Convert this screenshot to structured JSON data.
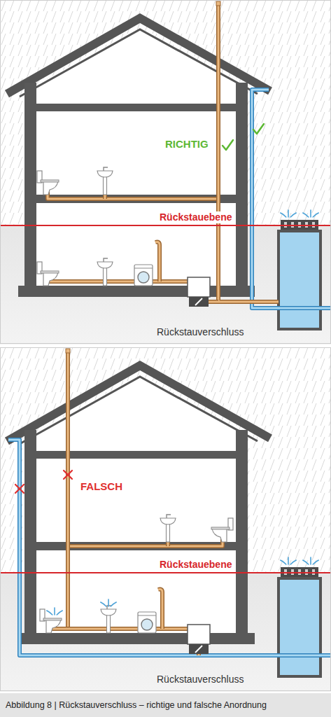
{
  "diagram": {
    "caption": "Abbildung 8 | Rückstauverschluss – richtige und falsche Anordnung",
    "labels": [
      "RICHTIG",
      "Rückstauebene",
      "Rückstauverschluss",
      "FALSCH",
      "Rückstauebene",
      "Rückstauverschluss"
    ]
  }
}
